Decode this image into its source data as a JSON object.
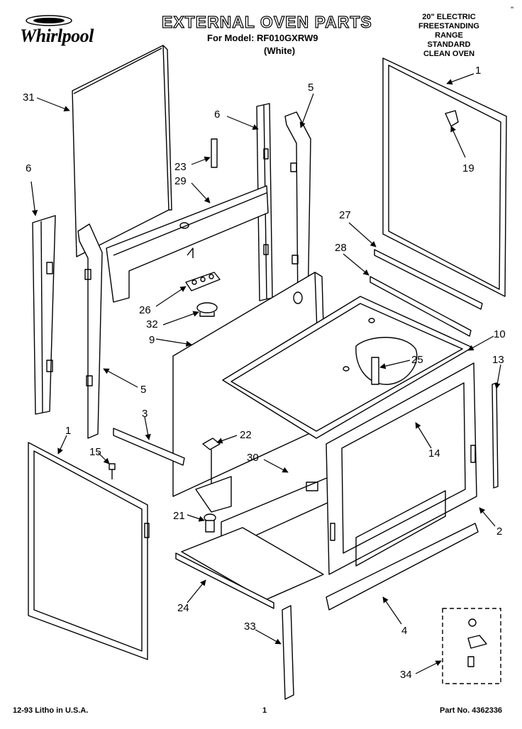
{
  "header": {
    "title": "EXTERNAL OVEN PARTS",
    "model_line": "For Model: RF010GXRW9",
    "color_line": "(White)",
    "corner_mark": "\""
  },
  "brand": {
    "logo_text": "Whirlpool",
    "logo_icon": "whirlpool-oval-emblem"
  },
  "product_box": {
    "lines": [
      "20\" ELECTRIC",
      "FREESTANDING",
      "RANGE",
      "STANDARD",
      "CLEAN OVEN"
    ]
  },
  "footer": {
    "left": "12-93 Litho in U.S.A.",
    "center": "1",
    "right": "Part No. 4362336"
  },
  "callouts": [
    {
      "id": "c1a",
      "label": "1"
    },
    {
      "id": "c19",
      "label": "19"
    },
    {
      "id": "c5a",
      "label": "5"
    },
    {
      "id": "c6a",
      "label": "6"
    },
    {
      "id": "c31",
      "label": "31"
    },
    {
      "id": "c23",
      "label": "23"
    },
    {
      "id": "c29",
      "label": "29"
    },
    {
      "id": "c6b",
      "label": "6"
    },
    {
      "id": "c27",
      "label": "27"
    },
    {
      "id": "c28",
      "label": "28"
    },
    {
      "id": "c26",
      "label": "26"
    },
    {
      "id": "c32",
      "label": "32"
    },
    {
      "id": "c9",
      "label": "9"
    },
    {
      "id": "c10",
      "label": "10"
    },
    {
      "id": "c25",
      "label": "25"
    },
    {
      "id": "c13",
      "label": "13"
    },
    {
      "id": "c5b",
      "label": "5"
    },
    {
      "id": "c3",
      "label": "3"
    },
    {
      "id": "c14",
      "label": "14"
    },
    {
      "id": "c1b",
      "label": "1"
    },
    {
      "id": "c22",
      "label": "22"
    },
    {
      "id": "c15",
      "label": "15"
    },
    {
      "id": "c30",
      "label": "30"
    },
    {
      "id": "c2",
      "label": "2"
    },
    {
      "id": "c21",
      "label": "21"
    },
    {
      "id": "c24",
      "label": "24"
    },
    {
      "id": "c4",
      "label": "4"
    },
    {
      "id": "c33",
      "label": "33"
    },
    {
      "id": "c34",
      "label": "34"
    }
  ]
}
